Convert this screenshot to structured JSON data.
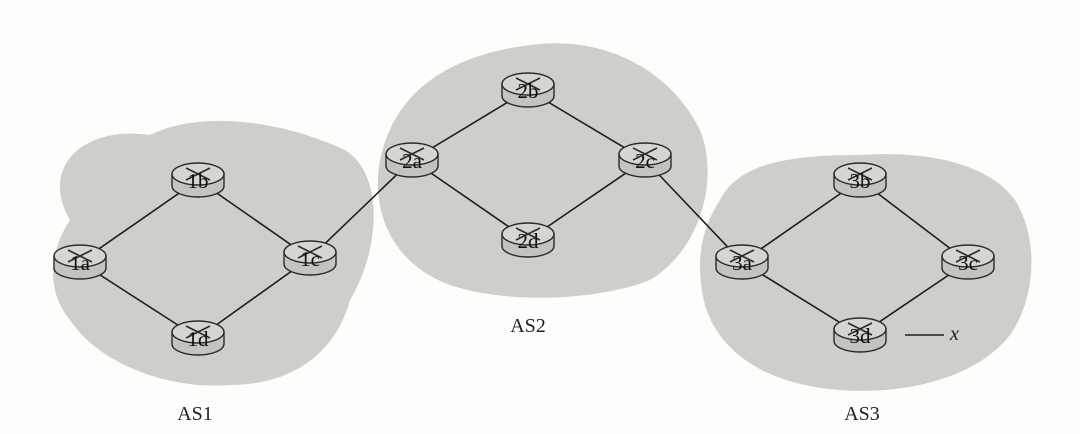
{
  "autonomous_systems": [
    {
      "id": "AS1",
      "label": "AS1"
    },
    {
      "id": "AS2",
      "label": "AS2"
    },
    {
      "id": "AS3",
      "label": "AS3"
    }
  ],
  "routers": [
    {
      "id": "1a",
      "label": "1a"
    },
    {
      "id": "1b",
      "label": "1b"
    },
    {
      "id": "1c",
      "label": "1c"
    },
    {
      "id": "1d",
      "label": "1d"
    },
    {
      "id": "2a",
      "label": "2a"
    },
    {
      "id": "2b",
      "label": "2b"
    },
    {
      "id": "2c",
      "label": "2c"
    },
    {
      "id": "2d",
      "label": "2d"
    },
    {
      "id": "3a",
      "label": "3a"
    },
    {
      "id": "3b",
      "label": "3b"
    },
    {
      "id": "3c",
      "label": "3c"
    },
    {
      "id": "3d",
      "label": "3d"
    }
  ],
  "links": [
    [
      "1a",
      "1b"
    ],
    [
      "1b",
      "1c"
    ],
    [
      "1c",
      "1d"
    ],
    [
      "1d",
      "1a"
    ],
    [
      "1c",
      "2a"
    ],
    [
      "2a",
      "2b"
    ],
    [
      "2b",
      "2c"
    ],
    [
      "2c",
      "2d"
    ],
    [
      "2d",
      "2a"
    ],
    [
      "2c",
      "3a"
    ],
    [
      "3a",
      "3b"
    ],
    [
      "3b",
      "3c"
    ],
    [
      "3c",
      "3d"
    ],
    [
      "3d",
      "3a"
    ]
  ],
  "host": {
    "label": "x",
    "attached_to": "3d"
  }
}
